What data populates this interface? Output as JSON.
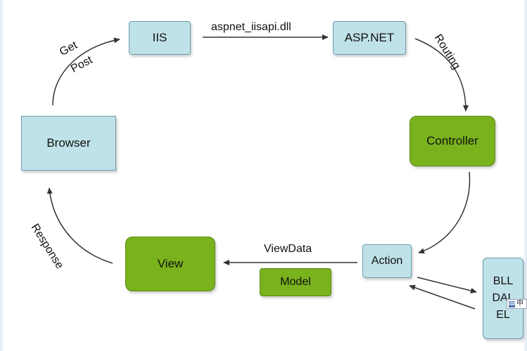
{
  "nodes": {
    "iis": "IIS",
    "aspnet": "ASP.NET",
    "browser": "Browser",
    "controller": "Controller",
    "view": "View",
    "model": "Model",
    "action": "Action",
    "bll_lines": [
      "BLL",
      "DAL",
      "EL"
    ]
  },
  "edges": {
    "isapi": "aspnet_iisapi.dll",
    "viewdata": "ViewData",
    "get": "Get",
    "post": "Post",
    "routing": "Routing",
    "response": "Response"
  },
  "ime_indicator": {
    "icon": "keyboard-icon",
    "text": "中"
  },
  "colors": {
    "box_blue": "#bfe1e8",
    "box_green": "#79b21c",
    "arrow": "#333333"
  }
}
